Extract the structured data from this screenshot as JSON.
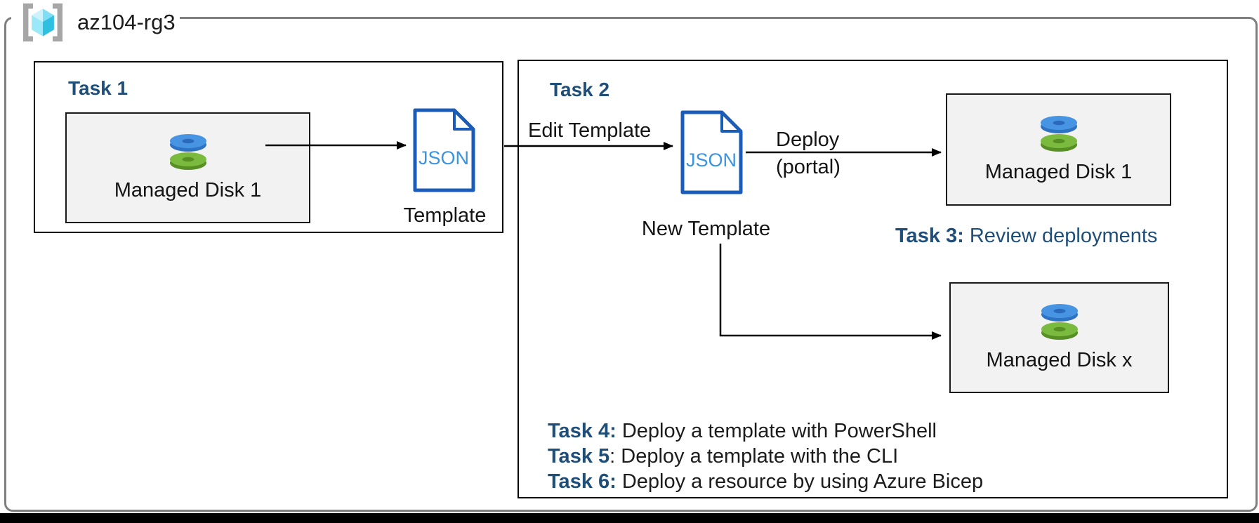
{
  "resource_group": {
    "name": "az104-rg3"
  },
  "task1": {
    "title": "Task 1",
    "disk_box": {
      "label": "Managed Disk 1"
    },
    "template": {
      "file_type": "JSON",
      "label": "Template"
    }
  },
  "task2": {
    "title": "Task 2",
    "edit_arrow_label": "Edit Template",
    "new_template": {
      "file_type": "JSON",
      "label": "New Template"
    },
    "deploy_arrow": {
      "line1": "Deploy",
      "line2": "(portal)"
    },
    "disk_box_1": {
      "label": "Managed Disk 1"
    },
    "disk_box_x": {
      "label": "Managed Disk x"
    },
    "task3": {
      "label": "Task 3:",
      "text": " Review deployments"
    },
    "task_list": [
      {
        "label": "Task 4:",
        "text": " Deploy a template with PowerShell"
      },
      {
        "label": "Task 5",
        "text": ": Deploy a template with the CLI"
      },
      {
        "label": "Task 6:",
        "text": " Deploy a resource by using Azure Bicep"
      }
    ]
  },
  "colors": {
    "task_title_blue": "#1f4e79",
    "json_border_blue": "#1a5cb8",
    "json_text_blue": "#3b94de",
    "disk_blue": "#4795e2",
    "disk_green": "#7aba3e",
    "box_fill_gray": "#f2f2f2",
    "rg_border_gray": "#7f7f7f"
  }
}
